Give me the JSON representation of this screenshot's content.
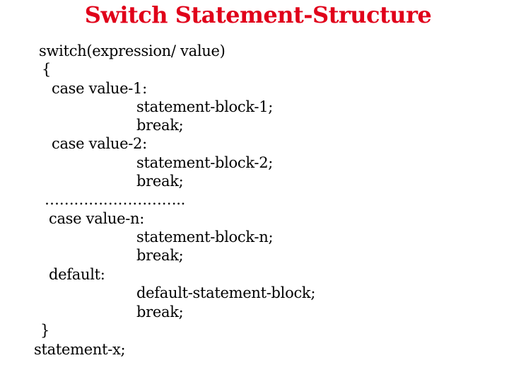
{
  "slide": {
    "title": "Switch Statement-Structure",
    "code_lines": {
      "switch_header": "switch(expression/ value)",
      "open_brace": "{",
      "case_1": "case value-1:",
      "stmt_block_1": "statement-block-1;",
      "break_1": "break;",
      "case_2": "case value-2:",
      "stmt_block_2": "statement-block-2;",
      "break_2": "break;",
      "ellipsis": "………………………..",
      "case_n": "case value-n:",
      "stmt_block_n": "statement-block-n;",
      "break_n": "break;",
      "default_label": "default:",
      "default_block": "default-statement-block;",
      "break_default": "break;",
      "close_brace": "}",
      "statement_x": "statement-x;"
    },
    "colors": {
      "title": "#e0001a",
      "text": "#000000",
      "background": "#ffffff"
    }
  }
}
